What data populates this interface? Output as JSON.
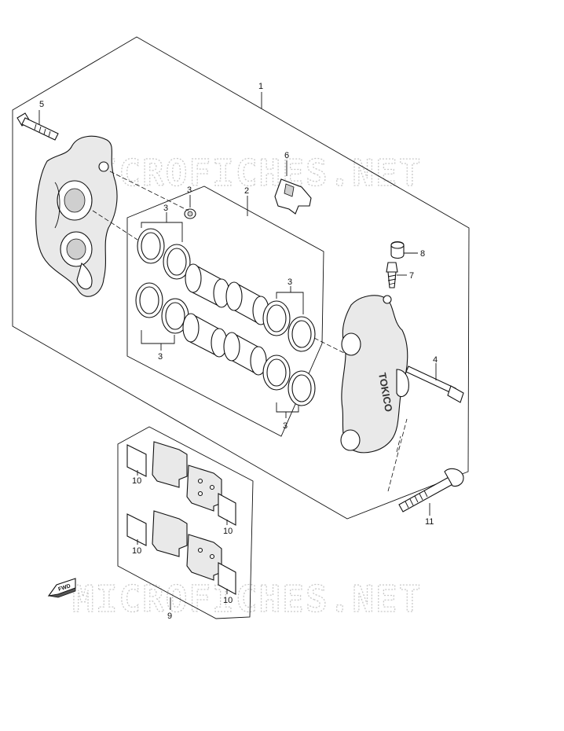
{
  "watermark": "MICROFICHES.NET",
  "caliper_brand": "TOKICO",
  "fwd_label": "FWD",
  "callouts": {
    "c1": "1",
    "c2": "2",
    "c3a": "3",
    "c3b": "3",
    "c3c": "3",
    "c3d": "3",
    "c3e": "3",
    "c4": "4",
    "c5": "5",
    "c6": "6",
    "c7": "7",
    "c8": "8",
    "c9": "9",
    "c10a": "10",
    "c10b": "10",
    "c10c": "10",
    "c10d": "10",
    "c11": "11"
  }
}
